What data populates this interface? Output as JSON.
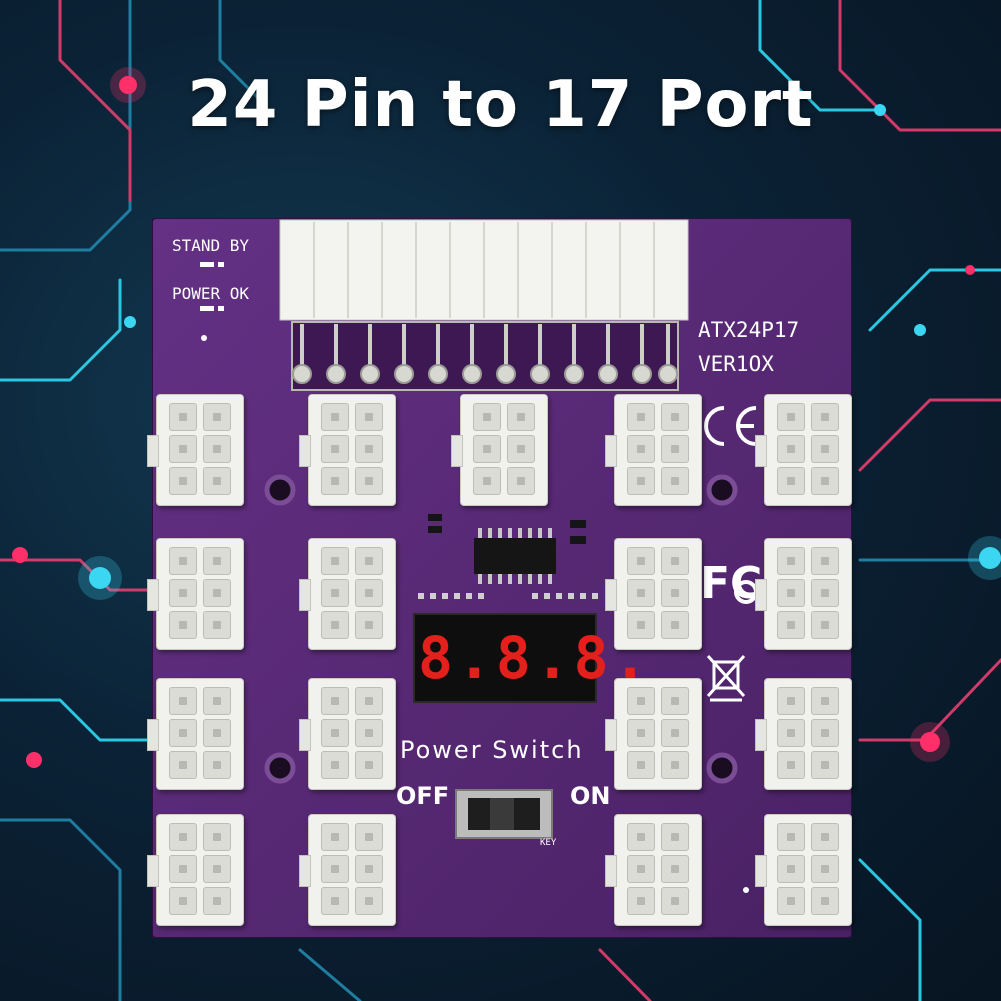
{
  "title": "24 Pin to 17 Port",
  "board": {
    "standby_label": "STAND BY",
    "power_ok_label": "POWER OK",
    "model": "ATX24P17",
    "version": "VER1OX",
    "ce_mark": "CE",
    "fcc_mark": "FC",
    "power_switch_label": "Power Switch",
    "off_label": "OFF",
    "on_label": "ON",
    "key_label": "KEY",
    "display_text": "8.8.8.",
    "port_count": 17,
    "input_pins": 24
  },
  "colors": {
    "pcb": "#5a2a78",
    "pcb_dark": "#3e1a55",
    "connector": "#f1f1ee",
    "circuit_cyan": "#2bc6e0",
    "circuit_pink": "#e8345f",
    "display_red": "#e4201c"
  }
}
